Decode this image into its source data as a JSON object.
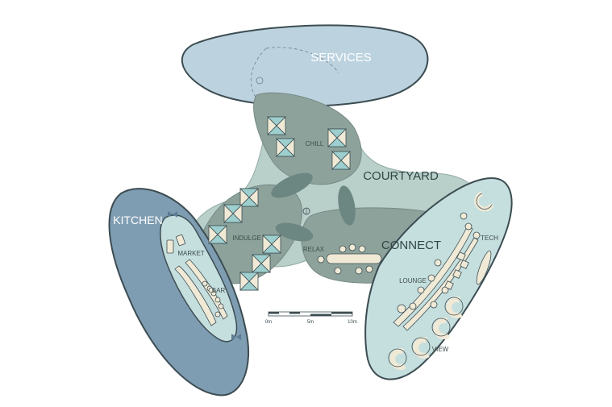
{
  "zones": {
    "services": "SERVICES",
    "courtyard": "COURTYARD",
    "kitchen": "KITCHEN",
    "connect": "CONNECT"
  },
  "areas": {
    "chill": "CHILL",
    "indulge": "INDULGE",
    "market": "MARKET",
    "bar": "BAR",
    "relax": "RELAX",
    "lounge": "LOUNGE",
    "tech": "TECH",
    "view": "VIEW"
  },
  "scale_bar": {
    "labels": [
      "0m",
      "5m",
      "10m"
    ]
  },
  "colors": {
    "services_fill": "#bcd3df",
    "kitchen_fill": "#7f9db2",
    "connect_fill": "#c5dede",
    "courtyard_fill": "#9fb7b1",
    "wing_fill": "#8ea29c",
    "outline": "#3c4d52",
    "furniture": "#efe9d6",
    "dark_oval": "#6c8682",
    "white_label": "#ffffff",
    "dark_label": "#2f4744"
  },
  "icons": [
    "compass-icon",
    "bow-ornament-icon"
  ]
}
